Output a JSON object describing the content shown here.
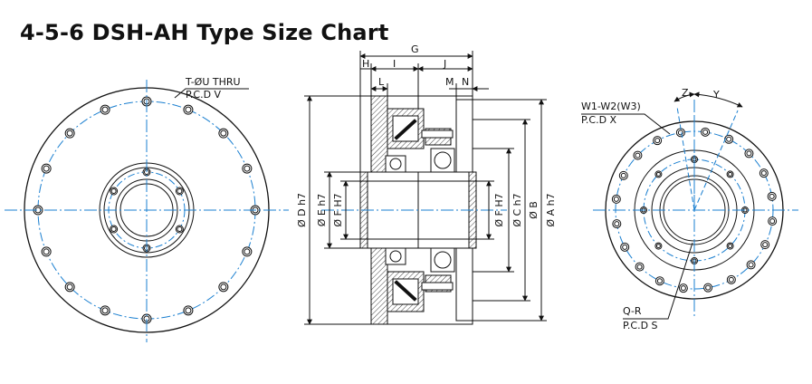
{
  "title": "4-5-6  DSH-AH Type Size Chart",
  "left_view": {
    "callout_line1": "T-ØU THRU",
    "callout_line2": "P.C.D V"
  },
  "right_view": {
    "callout_top_line1": "W1-W2(W3)",
    "callout_top_line2": "P.C.D X",
    "callout_bottom_line1": "Q-R",
    "callout_bottom_line2": "P.C.D S",
    "angle_z": "Z",
    "angle_y": "Y"
  },
  "section_view": {
    "dims_top": [
      "G",
      "H",
      "I",
      "J",
      "L",
      "M",
      "N"
    ],
    "dims_left": [
      "Ø D h7",
      "Ø E h7",
      "Ø F H7"
    ],
    "dims_right": [
      "Ø F H7",
      "Ø C h7",
      "Ø B",
      "Ø A h7"
    ]
  },
  "colors": {
    "line": "#111111",
    "center": "#1a7fd0"
  }
}
